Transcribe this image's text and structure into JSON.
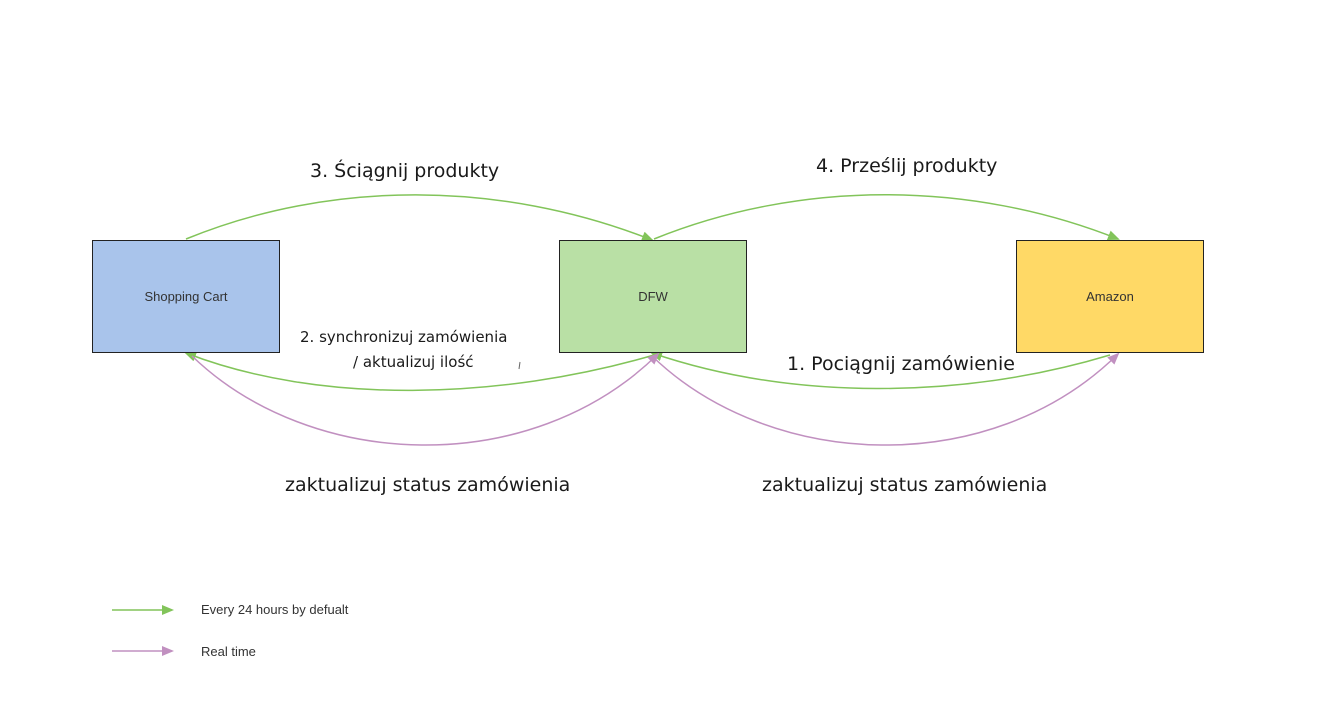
{
  "colors": {
    "shopping_cart_fill": "#a9c4eb",
    "dfw_fill": "#b9e0a5",
    "amazon_fill": "#ffd966",
    "green_arrow": "#82c45a",
    "purple_arrow": "#c190c0"
  },
  "nodes": {
    "shopping_cart": "Shopping Cart",
    "dfw": "DFW",
    "amazon": "Amazon"
  },
  "edges": {
    "pull_products": "3. Ściągnij produkty",
    "send_products": "4. Prześlij produkty",
    "sync_orders_line1": "2. synchronizuj zamówienia",
    "sync_orders_line2": "/ aktualizuj ilość",
    "pull_order": "1. Pociągnij zamówienie",
    "update_status_left": "zaktualizuj status zamówienia",
    "update_status_right": "zaktualizuj status zamówienia"
  },
  "legend": {
    "green_label": "Every 24 hours by defualt",
    "purple_label": "Real time"
  }
}
